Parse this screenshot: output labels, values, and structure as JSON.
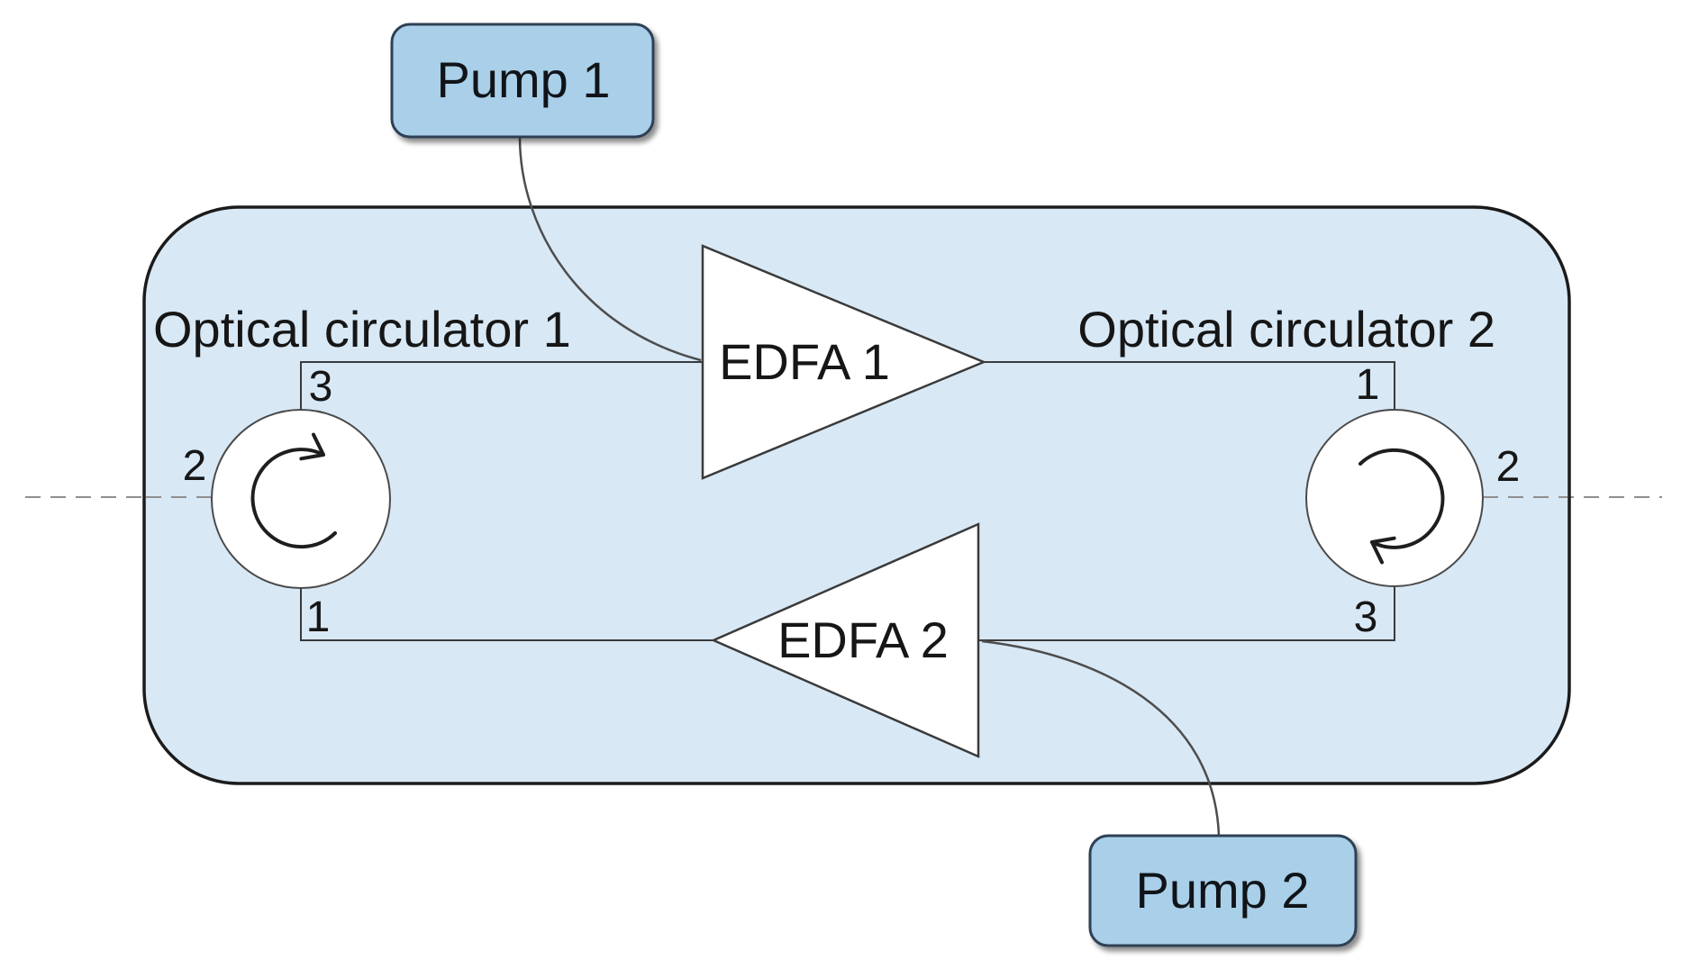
{
  "figure": {
    "background_color": "#ffffff",
    "enclosure_fill": "#d8e8f5",
    "enclosure_border": "#1b1b1b",
    "pump_fill": "#a9cfe9",
    "pump_border": "#2e4154",
    "wire_color": "#3a3a3a",
    "dashed_line_color": "#8f8f8f"
  },
  "nodes": {
    "pump1": {
      "label": "Pump 1"
    },
    "pump2": {
      "label": "Pump 2"
    },
    "edfa1": {
      "label": "EDFA 1"
    },
    "edfa2": {
      "label": "EDFA 2"
    },
    "circulator1": {
      "label": "Optical circulator 1",
      "rotation": "clockwise",
      "port_top": "3",
      "port_left": "2",
      "port_bottom": "1"
    },
    "circulator2": {
      "label": "Optical circulator 2",
      "rotation": "clockwise",
      "port_top": "1",
      "port_right": "2",
      "port_bottom": "3"
    }
  }
}
